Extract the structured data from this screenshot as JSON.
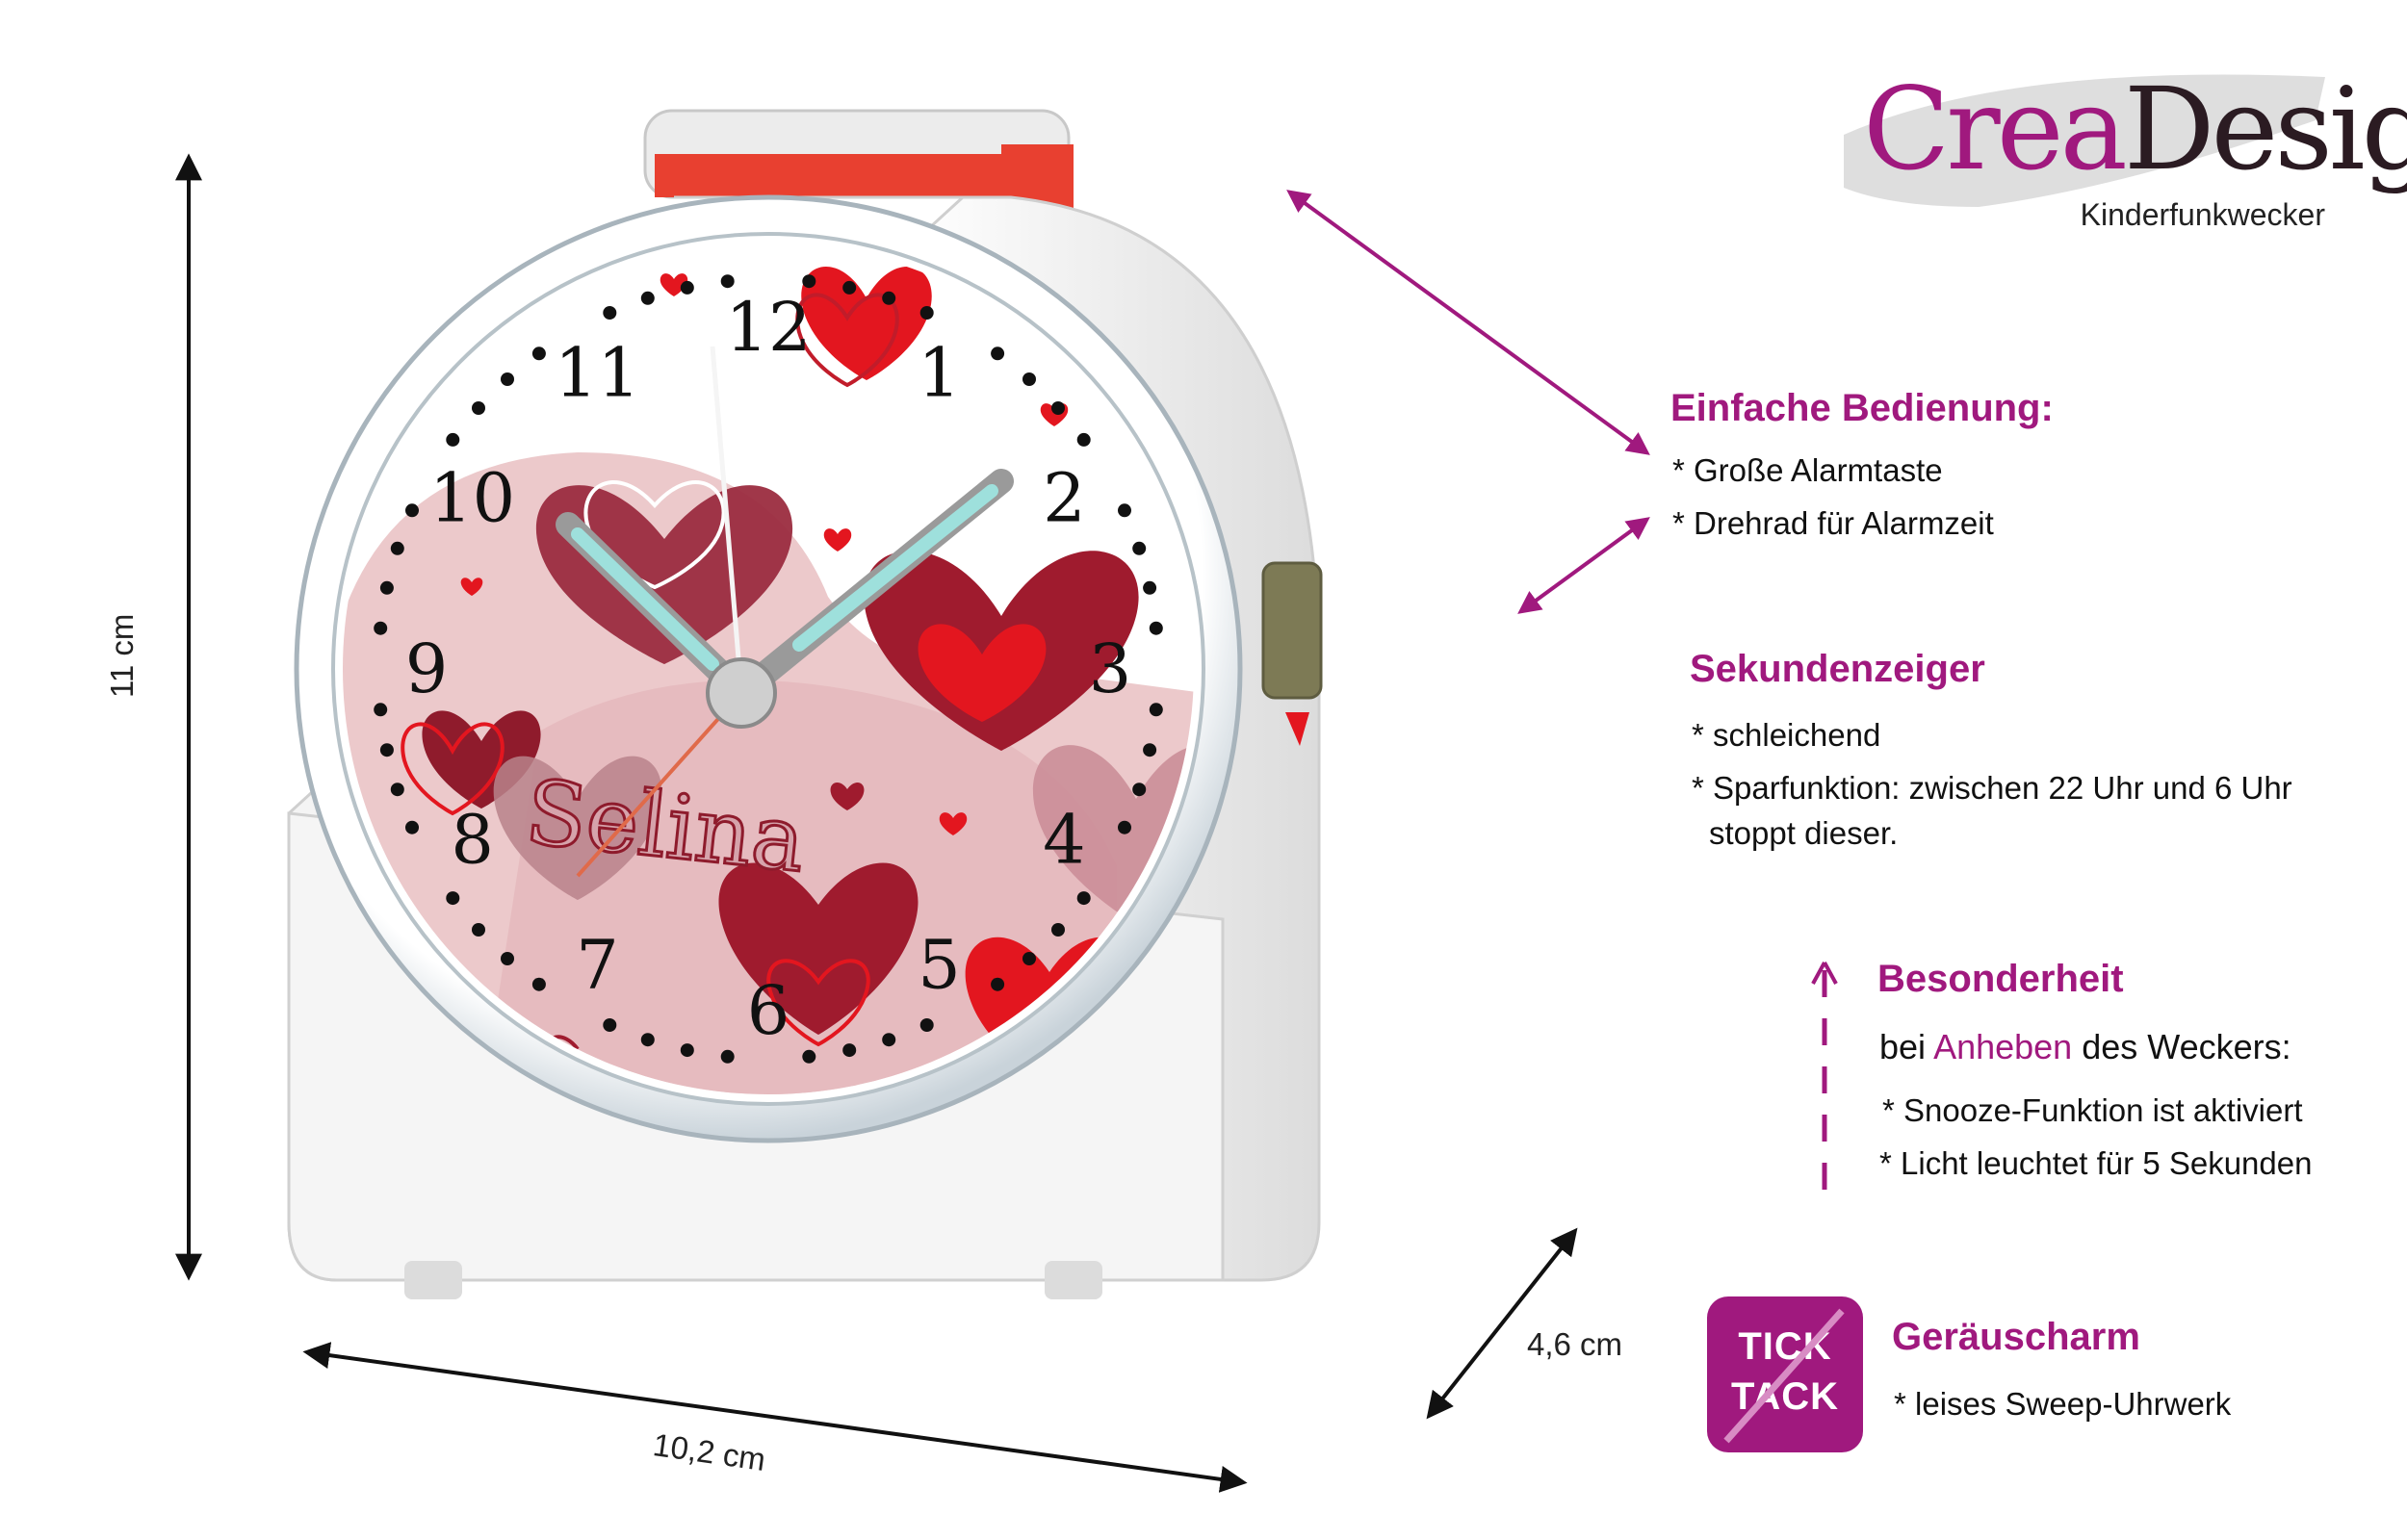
{
  "brand": {
    "logo_part1": "Crea",
    "logo_part2": "Design",
    "subtitle": "Kinderfunkwecker"
  },
  "dimensions": {
    "height": "11 cm",
    "width": "10,2 cm",
    "depth": "4,6 cm"
  },
  "clock": {
    "name": "Selina",
    "numerals": [
      "12",
      "1",
      "2",
      "3",
      "4",
      "5",
      "6",
      "7",
      "8",
      "9",
      "10",
      "11"
    ],
    "colors": {
      "accent": "#a0197e",
      "heart_dark": "#8e1b2c",
      "heart_red": "#e3161f",
      "heart_pink": "#c98b95",
      "hand_glow": "#9ee0dc"
    }
  },
  "features": {
    "operation": {
      "title": "Einfache Bedienung:",
      "items": [
        "* Große Alarmtaste",
        "* Drehrad für Alarmzeit"
      ]
    },
    "second_hand": {
      "title": "Sekundenzeiger",
      "items": [
        "* schleichend",
        "* Sparfunktion: zwischen 22 Uhr und 6 Uhr",
        "stoppt dieser."
      ]
    },
    "special": {
      "title": "Besonderheit",
      "line_prefix": "bei ",
      "line_accent": "Anheben",
      "line_suffix": " des Weckers:",
      "items": [
        "* Snooze-Funktion ist aktiviert",
        "* Licht leuchtet für 5 Sekunden"
      ]
    },
    "noise": {
      "title": "Geräuscharm",
      "badge_line1": "TICK",
      "badge_line2": "TACK",
      "items": [
        "* leises Sweep-Uhrwerk"
      ]
    }
  }
}
